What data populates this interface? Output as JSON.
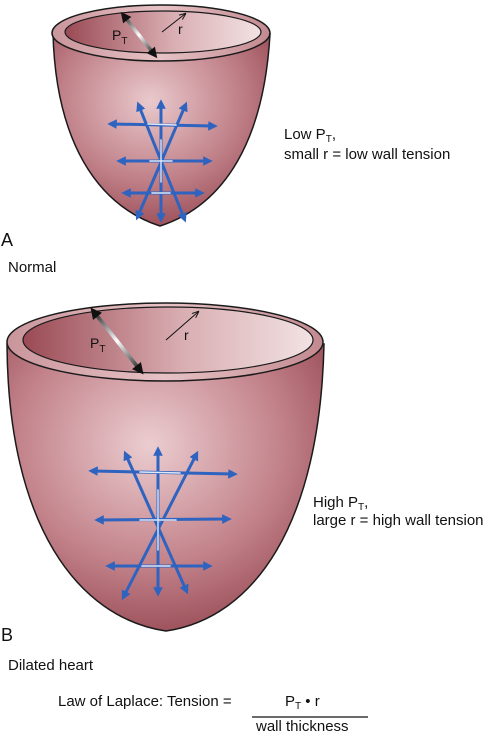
{
  "panel_a": {
    "letter": "A",
    "caption": "Normal",
    "pt_label": "P",
    "pt_sub": "T",
    "r_label": "r",
    "desc_line1_prefix": "Low P",
    "desc_line1_sub": "T",
    "desc_line1_suffix": ",",
    "desc_line2": "small r = low wall tension"
  },
  "panel_b": {
    "letter": "B",
    "caption": "Dilated heart",
    "pt_label": "P",
    "pt_sub": "T",
    "r_label": "r",
    "desc_line1_prefix": "High P",
    "desc_line1_sub": "T",
    "desc_line1_suffix": ",",
    "desc_line2": "large r = high wall tension"
  },
  "equation": {
    "lhs": "Law of Laplace: Tension =",
    "num_p": "P",
    "num_sub": "T",
    "num_rest": " • r",
    "denominator": "wall thickness"
  },
  "colors": {
    "heart_light": "#e8c4c8",
    "heart_mid": "#b56a72",
    "heart_dark": "#8a3a44",
    "arrow_blue": "#2f63c0"
  }
}
